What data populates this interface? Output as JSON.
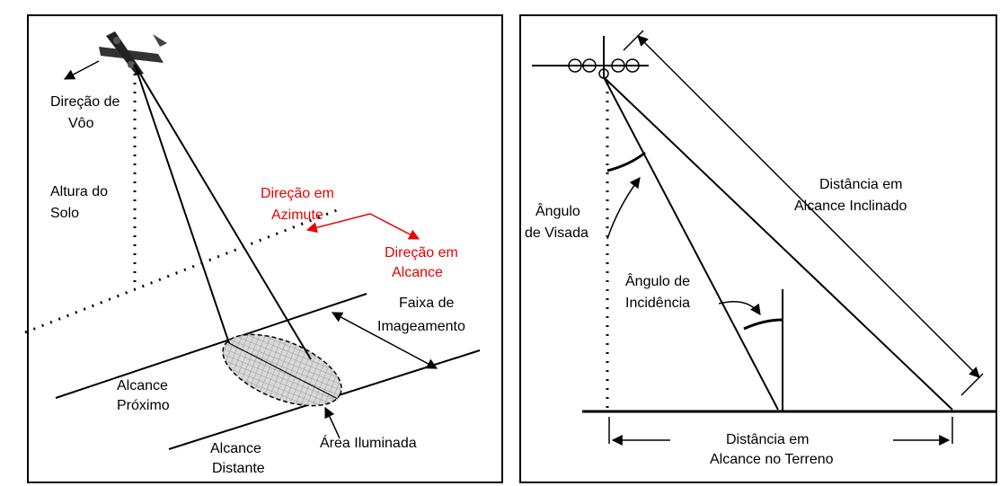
{
  "left": {
    "flight_direction": [
      "Direção de",
      "Vôo"
    ],
    "ground_height": [
      "Altura do",
      "Solo"
    ],
    "azimuth_direction": [
      "Direção em",
      "Azimute"
    ],
    "range_direction": [
      "Direção em",
      "Alcance"
    ],
    "swath": [
      "Faixa de",
      "Imageamento"
    ],
    "near_range": [
      "Alcance",
      "Próximo"
    ],
    "far_range": [
      "Alcance",
      "Distante"
    ],
    "illuminated_area": "Área Iluminada",
    "red_color": "#e60000"
  },
  "right": {
    "look_angle": [
      "Ângulo",
      "de Visada"
    ],
    "incidence_angle": [
      "Ângulo de",
      "Incidência"
    ],
    "slant_range": [
      "Distância em",
      "Alcance Inclinado"
    ],
    "ground_range": [
      "Distância em",
      "Alcance no Terreno"
    ]
  }
}
